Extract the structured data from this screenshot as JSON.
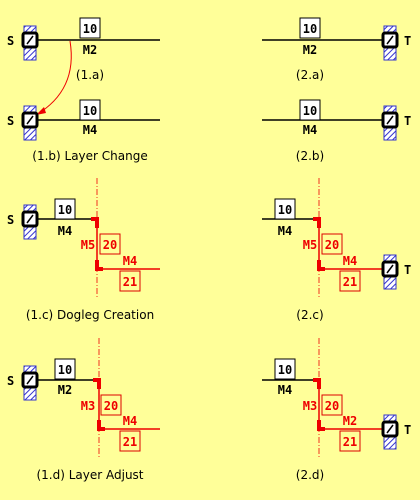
{
  "terminals": {
    "source": "S",
    "target": "T"
  },
  "captions": {
    "c1a": "(1.a)",
    "c2a": "(2.a)",
    "c1b": "(1.b) Layer Change",
    "c2b": "(2.b)",
    "c1c": "(1.c) Dogleg Creation",
    "c2c": "(2.c)",
    "c1d": "(1.d) Layer Adjust",
    "c2d": "(2.d)"
  },
  "segments": {
    "p1a": {
      "id": "10",
      "layer": "M2"
    },
    "p2a": {
      "id": "10",
      "layer": "M2"
    },
    "p1b": {
      "id": "10",
      "layer": "M4"
    },
    "p2b": {
      "id": "10",
      "layer": "M4"
    },
    "p1c": [
      {
        "id": "10",
        "layer": "M4"
      },
      {
        "id": "20",
        "layer": "M5"
      },
      {
        "id": "21",
        "layer": "M4"
      }
    ],
    "p2c": [
      {
        "id": "10",
        "layer": "M4"
      },
      {
        "id": "20",
        "layer": "M5"
      },
      {
        "id": "21",
        "layer": "M4"
      }
    ],
    "p1d": [
      {
        "id": "10",
        "layer": "M2"
      },
      {
        "id": "20",
        "layer": "M3"
      },
      {
        "id": "21",
        "layer": "M4"
      }
    ],
    "p2d": [
      {
        "id": "10",
        "layer": "M4"
      },
      {
        "id": "20",
        "layer": "M3"
      },
      {
        "id": "21",
        "layer": "M2"
      }
    ]
  },
  "colors": {
    "background": "#ffff99",
    "highlight": "#ee0000",
    "terminal_hatch": "#3333cc"
  }
}
